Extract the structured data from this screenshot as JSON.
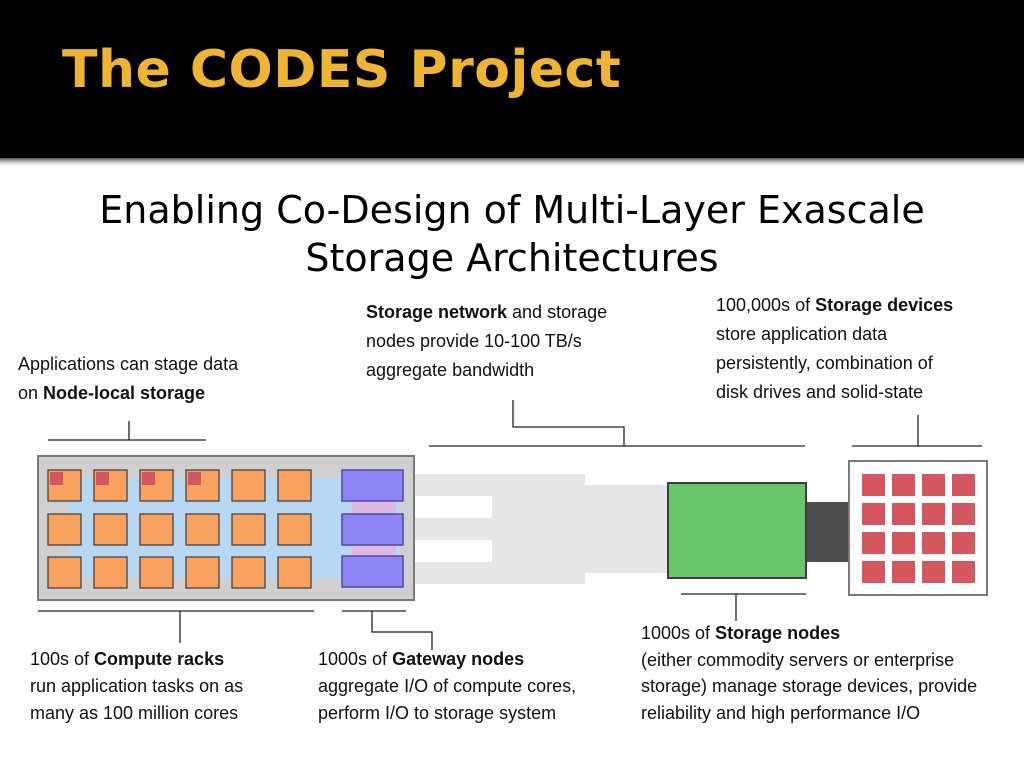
{
  "slide": {
    "title": "The CODES Project",
    "subtitle_line1": "Enabling Co-Design of Multi-Layer Exascale",
    "subtitle_line2": "Storage Architectures"
  },
  "annotations": {
    "node_local": {
      "l1": "Applications can stage data",
      "l2a": "on ",
      "l2b": "Node-local storage"
    },
    "storage_network": {
      "l1a": "Storage network",
      "l1b": " and storage",
      "l2": "nodes provide 10-100 TB/s",
      "l3": "aggregate bandwidth"
    },
    "storage_devices": {
      "l1a": "100,000s of ",
      "l1b": "Storage devices",
      "l2": "store application data",
      "l3": "persistently, combination of",
      "l4": "disk drives and solid-state"
    },
    "compute_racks": {
      "l1a": "100s of ",
      "l1b": "Compute racks",
      "l2": "run application tasks on as",
      "l3": "many as 100 million cores"
    },
    "gateway_nodes": {
      "l1a": "1000s of ",
      "l1b": "Gateway nodes",
      "l2": "aggregate I/O of compute cores,",
      "l3": "perform I/O to storage system"
    },
    "storage_nodes": {
      "l1a": "1000s of ",
      "l1b": "Storage nodes",
      "l2": "(either commodity servers or enterprise",
      "l3": "storage) manage storage devices, provide",
      "l4": "reliability and high performance I/O"
    }
  },
  "colors": {
    "title": "#f0b433",
    "compute_core": "#f9a15e",
    "local_storage": "#d4575f",
    "rack_interconnect": "#b8d7f3",
    "gateway_node": "#8d84f5",
    "storage_node": "#68c56a",
    "storage_device": "#d4575f",
    "network_links": "#e6e6e6"
  }
}
